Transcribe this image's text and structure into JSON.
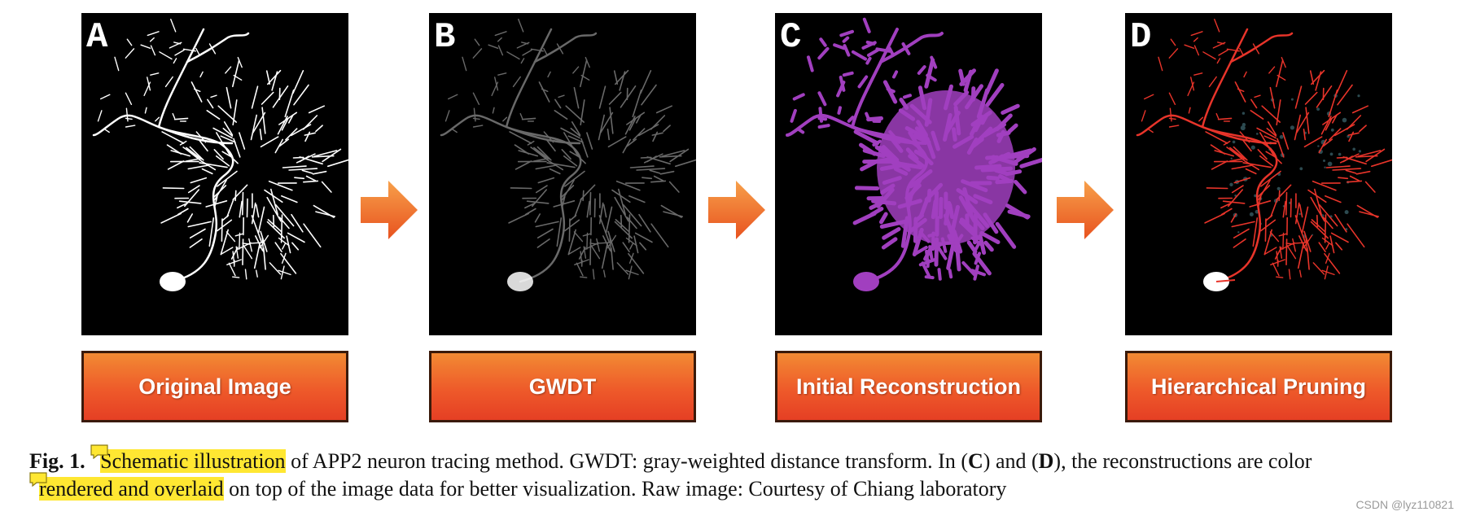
{
  "panels": [
    {
      "letter": "A",
      "label": "Original Image",
      "style": "original",
      "color": "#ffffff"
    },
    {
      "letter": "B",
      "label": "GWDT",
      "style": "gwdt",
      "color": "#bfbfbf"
    },
    {
      "letter": "C",
      "label": "Initial Reconstruction",
      "style": "reconstruction",
      "color": "#a13fbf"
    },
    {
      "letter": "D",
      "label": "Hierarchical Pruning",
      "style": "pruning",
      "color": "#e8342a"
    }
  ],
  "arrow_color": "#f0782c",
  "label_box_colors": {
    "top": "#f28a33",
    "bottom": "#e53f24",
    "border": "#3a1a0a"
  },
  "highlight_color": "#ffe732",
  "caption": {
    "fig_label": "Fig. 1.",
    "highlight_1": "Schematic illustration",
    "text_1": " of APP2 neuron tracing method. GWDT: gray-weighted distance transform. In (",
    "bold_c": "C",
    "text_2": ") and (",
    "bold_d": "D",
    "text_3": "), the reconstructions are color ",
    "highlight_2": "rendered and overlaid",
    "text_4": " on top of the image data for better visualization. Raw image: Courtesy of Chiang laboratory"
  },
  "watermark": "CSDN @lyz110821"
}
